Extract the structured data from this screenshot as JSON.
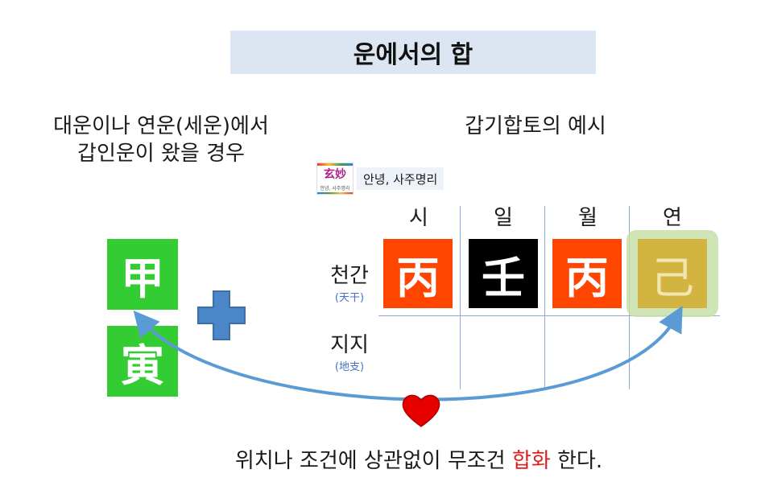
{
  "title": "운에서의 합",
  "left_caption": {
    "line1": "대운이나 연운(세운)에서",
    "line2": "갑인운이 왔을 경우"
  },
  "right_caption": "갑기합토의 예시",
  "channel": {
    "logo_chars": "玄妙",
    "logo_sub": "안녕, 사주명리",
    "name": "안녕, 사주명리"
  },
  "columns": [
    "시",
    "일",
    "월",
    "연"
  ],
  "rows": {
    "heavenly": {
      "label": "천간",
      "sub": "(天干)"
    },
    "earthly": {
      "label": "지지",
      "sub": "(地支)"
    }
  },
  "heavenly_stems": [
    {
      "char": "丙",
      "color": "#ff4500"
    },
    {
      "char": "壬",
      "color": "#000000"
    },
    {
      "char": "丙",
      "color": "#ff4500"
    },
    {
      "char": "己",
      "color": "#d4b440"
    }
  ],
  "incoming_luck": [
    {
      "char": "甲",
      "color": "#33cc33"
    },
    {
      "char": "寅",
      "color": "#33cc33"
    }
  ],
  "colors": {
    "plus": "#4a86c8",
    "arc": "#5b9bd5",
    "heart": "#e60000",
    "highlight": "#c8e0a8"
  },
  "bottom_caption": {
    "before": "위치나 조건에 상관없이 무조건 ",
    "highlight": "합화",
    "after": " 한다."
  }
}
